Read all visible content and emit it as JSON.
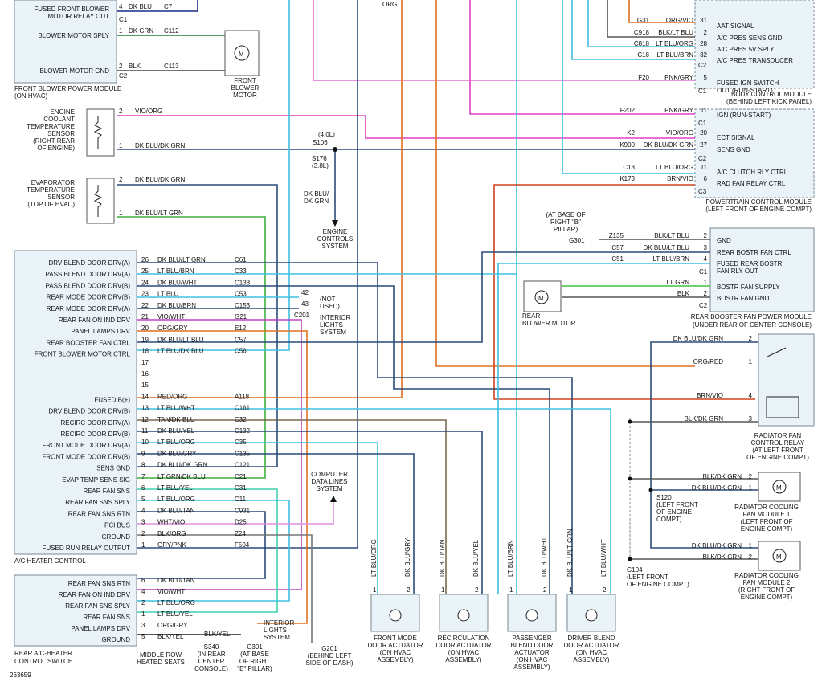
{
  "diagram_id": "263659",
  "blower_module": {
    "name": "FRONT BLOWER POWER MODULE",
    "sub": "(ON HVAC)",
    "pins": [
      {
        "label": "FUSED FRONT BLOWER",
        "label2": "MOTOR RELAY OUT",
        "pin": "4",
        "color": "DK BLU",
        "circuit": "C7"
      },
      {
        "label": "BLOWER MOTOR SPLY",
        "pin": "1",
        "color": "DK GRN",
        "circuit": "C112"
      },
      {
        "label": "BLOWER MOTOR GND",
        "pin": "2",
        "color": "BLK",
        "circuit": "C113"
      }
    ],
    "connectors": [
      "C1",
      "C2"
    ],
    "motor": [
      "FRONT",
      "BLOWER",
      "MOTOR"
    ]
  },
  "ect_sensor": {
    "lines": [
      "ENGINE",
      "COOLANT",
      "TEMPERATURE",
      "SENSOR",
      "(RIGHT REAR",
      "OF ENGINE)"
    ],
    "pins": [
      {
        "pin": "2",
        "color": "VIO/ORG"
      },
      {
        "pin": "1",
        "color": "DK BLU/DK GRN"
      }
    ]
  },
  "evap_sensor": {
    "lines": [
      "EVAPORATOR",
      "TEMPERATURE",
      "SENSOR",
      "(TOP OF HVAC)"
    ],
    "pins": [
      {
        "pin": "2",
        "color": "DK BLU/DK GRN"
      },
      {
        "pin": "1",
        "color": "DK BLU/LT GRN"
      }
    ]
  },
  "splice": {
    "s106": "(4.0L)",
    "s106b": "S106",
    "s176": "S176",
    "s176b": "(3.8L)",
    "wire": "DK BLU/",
    "wire2": "DK GRN",
    "dest": [
      "ENGINE",
      "CONTROLS",
      "SYSTEM"
    ]
  },
  "top_org": "ORG",
  "bcm": {
    "title": "BODY CONTROL MODULE",
    "sub": "(BEHIND LEFT KICK PANEL)",
    "rows": [
      {
        "circuit": "G31",
        "color": "ORG/VIO",
        "pin": "31",
        "label": "AAT SIGNAL"
      },
      {
        "circuit": "C918",
        "color": "BLK/LT BLU",
        "pin": "2",
        "label": "A/C PRES SENS GND"
      },
      {
        "circuit": "C818",
        "color": "LT BLU/ORG",
        "pin": "28",
        "label": "A/C PRES 5V SPLY"
      },
      {
        "circuit": "C18",
        "color": "LT BLU/BRN",
        "pin": "32",
        "label": "A/C PRES TRANSDUCER"
      },
      {
        "circuit": "F20",
        "color": "PNK/GRY",
        "pin": "5",
        "label": "FUSED IGN SWITCH",
        "label2": "OUT (RUN-START)"
      }
    ],
    "connectors": [
      "C2",
      "C2",
      "C1"
    ]
  },
  "pcm": {
    "title": "POWERTRAIN CONTROL MODULE",
    "sub": "(LEFT FRONT OF ENGINE COMPT)",
    "rows": [
      {
        "circuit": "F202",
        "color": "PNK/GRY",
        "pin": "11",
        "label": "IGN (RUN-START)"
      },
      {
        "circuit": "K2",
        "color": "VIO/ORG",
        "pin": "20",
        "label": "ECT SIGNAL"
      },
      {
        "circuit": "K900",
        "color": "DK BLU/DK GRN",
        "pin": "27",
        "label": "SENS GND"
      },
      {
        "circuit": "C13",
        "color": "LT BLU/ORG",
        "pin": "11",
        "label": "A/C CLUTCH RLY CTRL"
      },
      {
        "circuit": "K173",
        "color": "BRN/VIO",
        "pin": "6",
        "label": "RAD FAN RELAY CTRL"
      }
    ],
    "connectors": [
      "C1",
      "C1",
      "C2",
      "C3"
    ]
  },
  "rear_blower_module": {
    "title": "REAR BOOSTER FAN POWER MODULE",
    "sub": "(UNDER REAR OF CENTER CONSOLE)",
    "ground_note": [
      "(AT BASE OF",
      "RIGHT \"B\"",
      "PILLAR)"
    ],
    "ground": "G301",
    "rows": [
      {
        "circuit": "Z135",
        "color": "BLK/LT BLU",
        "pin": "2",
        "label": "GND"
      },
      {
        "circuit": "C57",
        "color": "DK BLU/LT BLU",
        "pin": "3",
        "label": "REAR BOSTR FAN CTRL"
      },
      {
        "circuit": "C51",
        "color": "LT BLU/BRN",
        "pin": "4",
        "label": "FUSED REAR BOSTR",
        "label2": "FAN RLY OUT"
      },
      {
        "circuit": "",
        "color": "LT GRN",
        "pin": "1",
        "label": "BOSTR FAN SUPPLY"
      },
      {
        "circuit": "",
        "color": "BLK",
        "pin": "2",
        "label": "BOSTR FAN GND"
      }
    ],
    "connectors": [
      "C1",
      "C2"
    ],
    "motor": [
      "REAR",
      "BLOWER MOTOR"
    ]
  },
  "ac_heater": {
    "title": "A/C HEATER CONTROL",
    "rows": [
      {
        "label": "DRV BLEND DOOR DRV(A)",
        "pin": "26",
        "color": "DK BLU/LT GRN",
        "circuit": "C61"
      },
      {
        "label": "PASS BLEND DOOR DRV(A)",
        "pin": "25",
        "color": "LT BLU/BRN",
        "circuit": "C33"
      },
      {
        "label": "PASS BLEND DOOR DRV(B)",
        "pin": "24",
        "color": "DK BLU/WHT",
        "circuit": "C133"
      },
      {
        "label": "REAR MODE DOOR DRV(B)",
        "pin": "23",
        "color": "LT BLU",
        "circuit": "C53"
      },
      {
        "label": "REAR MODE DOOR DRV(A)",
        "pin": "22",
        "color": "DK BLU/BRN",
        "circuit": "C153"
      },
      {
        "label": "REAR FAN ON IND DRV",
        "pin": "21",
        "color": "VIO/WHT",
        "circuit": "G21"
      },
      {
        "label": "PANEL LAMPS DRV",
        "pin": "20",
        "color": "ORG/GRY",
        "circuit": "E12"
      },
      {
        "label": "REAR BOOSTER FAN CTRL",
        "pin": "19",
        "color": "DK BLU/LT BLU",
        "circuit": "C57"
      },
      {
        "label": "FRONT BLOWER MOTOR CTRL",
        "pin": "18",
        "color": "LT BLU/DK BLU",
        "circuit": "C56"
      },
      {
        "label": "",
        "pin": "17",
        "color": "",
        "circuit": ""
      },
      {
        "label": "",
        "pin": "16",
        "color": "",
        "circuit": ""
      },
      {
        "label": "",
        "pin": "15",
        "color": "",
        "circuit": ""
      },
      {
        "label": "FUSED B(+)",
        "pin": "14",
        "color": "RED/ORG",
        "circuit": "A118"
      },
      {
        "label": "DRV BLEND DOOR DRV(B)",
        "pin": "13",
        "color": "LT BLU/WHT",
        "circuit": "C161"
      },
      {
        "label": "RECIRC DOOR DRV(A)",
        "pin": "12",
        "color": "TAN/DK BLU",
        "circuit": "C32"
      },
      {
        "label": "RECIRC DOOR DRV(B)",
        "pin": "11",
        "color": "DK BLU/YEL",
        "circuit": "C132"
      },
      {
        "label": "FRONT MODE DOOR DRV(A)",
        "pin": "10",
        "color": "LT BLU/ORG",
        "circuit": "C35"
      },
      {
        "label": "FRONT MODE DOOR DRV(B)",
        "pin": "9",
        "color": "DK BLU/GRY",
        "circuit": "C135"
      },
      {
        "label": "SENS GND",
        "pin": "8",
        "color": "DK BLU/DK GRN",
        "circuit": "C121"
      },
      {
        "label": "EVAP TEMP SENS SIG",
        "pin": "7",
        "color": "LT GRN/DK BLU",
        "circuit": "C21"
      },
      {
        "label": "REAR FAN SNS",
        "pin": "6",
        "color": "LT BLU/YEL",
        "circuit": "C31"
      },
      {
        "label": "REAR FAN SNS SPLY",
        "pin": "5",
        "color": "LT BLU/ORG",
        "circuit": "C11"
      },
      {
        "label": "REAR FAN SNS RTN",
        "pin": "4",
        "color": "DK BLU/TAN",
        "circuit": "C931"
      },
      {
        "label": "PCI BUS",
        "pin": "3",
        "color": "WHT/VIO",
        "circuit": "D25"
      },
      {
        "label": "GROUND",
        "pin": "2",
        "color": "BLK/ORG",
        "circuit": "Z24"
      },
      {
        "label": "FUSED RUN RELAY OUTPUT",
        "pin": "1",
        "color": "GRY/PNK",
        "circuit": "F504"
      }
    ],
    "c201": "C201",
    "not_used": [
      "(NOT",
      "USED)"
    ],
    "not_used_pins": [
      "42",
      "43"
    ],
    "interior_lights": [
      "INTERIOR",
      "LIGHTS",
      "SYSTEM"
    ],
    "cdl": [
      "COMPUTER",
      "DATA LINES",
      "SYSTEM"
    ]
  },
  "rear_switch": {
    "title": "REAR A/C-HEATER",
    "title2": "CONTROL SWITCH",
    "rows": [
      {
        "label": "REAR FAN SNS RTN",
        "pin": "6",
        "color": "DK BLU/TAN"
      },
      {
        "label": "REAR FAN ON IND DRV",
        "pin": "4",
        "color": "VIO/WHT"
      },
      {
        "label": "REAR FAN SNS SPLY",
        "pin": "2",
        "color": "LT BLU/ORG"
      },
      {
        "label": "REAR FAN SNS",
        "pin": "1",
        "color": "LT BLU/YEL"
      },
      {
        "label": "PANEL LAMPS DRV",
        "pin": "3",
        "color": "ORG/GRY"
      },
      {
        "label": "GROUND",
        "pin": "5",
        "color": "BLK/YEL"
      }
    ],
    "blk_yel": "BLK/YEL",
    "interior_lights": [
      "INTERIOR",
      "LIGHTS",
      "SYSTEM"
    ],
    "s340": [
      "S340",
      "(IN REAR",
      "CENTER",
      "CONSOLE)"
    ],
    "g301": [
      "G301",
      "(AT BASE",
      "OF RIGHT",
      "\"B\" PILLAR)"
    ],
    "g201": [
      "G201",
      "(BEHIND LEFT",
      "SIDE OF DASH)"
    ],
    "mid_row": [
      "MIDDLE ROW",
      "HEATED SEATS"
    ]
  },
  "actuators": [
    {
      "name": [
        "FRONT MODE",
        "DOOR ACTUATOR",
        "(ON HVAC",
        "ASSEMBLY)"
      ],
      "wires": [
        "LT BLU/ORG",
        "DK BLU/GRY"
      ],
      "pins": [
        "1",
        "2"
      ]
    },
    {
      "name": [
        "RECIRCULATION",
        "DOOR ACTUATOR",
        "(ON HVAC",
        "ASSEMBLY)"
      ],
      "wires": [
        "DK BLU/TAN",
        "DK BLU/YEL"
      ],
      "pins": [
        "1",
        "2"
      ]
    },
    {
      "name": [
        "PASSENGER",
        "BLEND DOOR",
        "ACTUATOR",
        "(ON HVAC",
        "ASSEMBLY)"
      ],
      "wires": [
        "LT BLU/BRN",
        "DK BLU/WHT"
      ],
      "pins": [
        "1",
        "2"
      ]
    },
    {
      "name": [
        "DRIVER BLEND",
        "DOOR ACTUATOR",
        "(ON HVAC",
        "ASSEMBLY)"
      ],
      "wires": [
        "DK BLU/LT GRN",
        "LT BLU/WHT"
      ],
      "pins": [
        "1",
        "2"
      ]
    }
  ],
  "rad_relay": {
    "name": [
      "RADIATOR FAN",
      "CONTROL RELAY",
      "(AT LEFT FRONT",
      "OF ENGINE COMPT)"
    ],
    "rows": [
      {
        "color": "DK BLU/DK GRN",
        "pin": "2"
      },
      {
        "color": "ORG/RED",
        "pin": "1"
      },
      {
        "color": "BRN/VIO",
        "pin": "4"
      },
      {
        "color": "BLK/DK GRN",
        "pin": "3"
      }
    ]
  },
  "fan1": {
    "name": [
      "RADIATOR COOLING",
      "FAN MODULE 1",
      "(LEFT FRONT OF",
      "ENGINE COMPT)"
    ],
    "rows": [
      {
        "color": "BLK/DK GRN",
        "pin": "2"
      },
      {
        "color": "DK BLU/DK GRN",
        "pin": "1"
      }
    ]
  },
  "fan2": {
    "name": [
      "RADIATOR COOLING",
      "FAN MODULE 2",
      "(RIGHT FRONT OF",
      "ENGINE COMPT)"
    ],
    "rows": [
      {
        "color": "DK BLU/DK GRN",
        "pin": "1"
      },
      {
        "color": "BLK/DK GRN",
        "pin": "2"
      }
    ]
  },
  "s120": [
    "S120",
    "(LEFT FRONT",
    "OF ENGINE",
    "COMPT)"
  ],
  "g104": [
    "G104",
    "(LEFT FRONT",
    "OF ENGINE COMPT)"
  ],
  "motor_symbol": "M"
}
